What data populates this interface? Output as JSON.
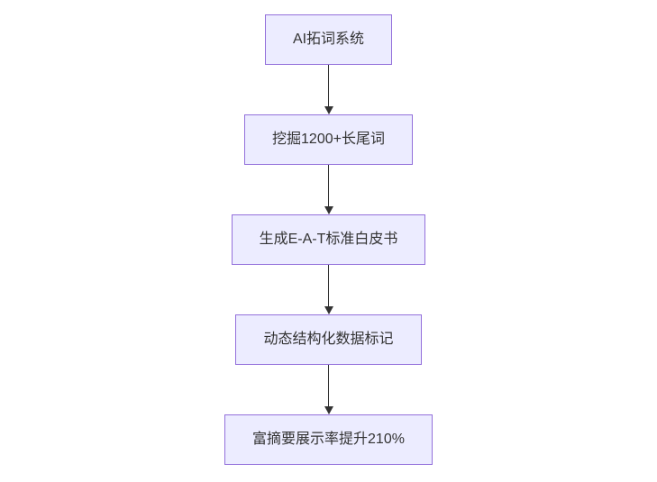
{
  "diagram": {
    "type": "flowchart",
    "direction": "top-down",
    "colors": {
      "node_fill": "#ECECFF",
      "node_border": "#9370DB",
      "arrow": "#333333",
      "text": "#333333",
      "background": "#ffffff"
    },
    "nodes": [
      {
        "id": "n1",
        "label": "AI拓词系统"
      },
      {
        "id": "n2",
        "label": "挖掘1200+长尾词"
      },
      {
        "id": "n3",
        "label": "生成E-A-T标准白皮书"
      },
      {
        "id": "n4",
        "label": "动态结构化数据标记"
      },
      {
        "id": "n5",
        "label": "富摘要展示率提升210%"
      }
    ],
    "edges": [
      {
        "from": "n1",
        "to": "n2"
      },
      {
        "from": "n2",
        "to": "n3"
      },
      {
        "from": "n3",
        "to": "n4"
      },
      {
        "from": "n4",
        "to": "n5"
      }
    ]
  }
}
